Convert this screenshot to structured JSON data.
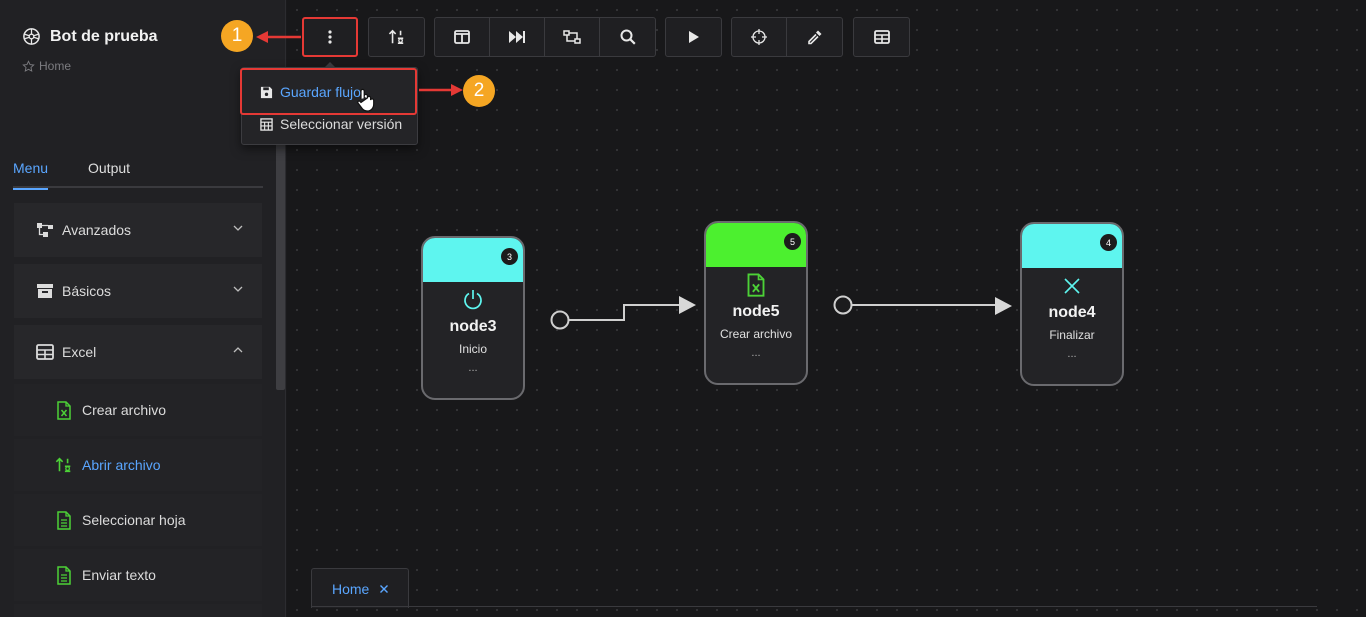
{
  "sidebar": {
    "title": "Bot de prueba",
    "breadcrumb": "Home",
    "tabs": [
      {
        "label": "Menu",
        "active": true
      },
      {
        "label": "Output",
        "active": false
      }
    ],
    "groups": [
      {
        "label": "Avanzados",
        "icon": "flow-icon",
        "expanded": false
      },
      {
        "label": "Básicos",
        "icon": "archive-icon",
        "expanded": false
      },
      {
        "label": "Excel",
        "icon": "table-icon",
        "expanded": true
      }
    ],
    "items": [
      {
        "label": "Crear archivo",
        "icon": "excel-file-icon"
      },
      {
        "label": "Abrir archivo",
        "icon": "sort-icon",
        "active": true
      },
      {
        "label": "Seleccionar hoja",
        "icon": "document-icon"
      },
      {
        "label": "Enviar texto",
        "icon": "document-icon"
      }
    ]
  },
  "menu": {
    "save": "Guardar flujo",
    "select_version": "Seleccionar versión"
  },
  "callouts": [
    "1",
    "2"
  ],
  "nodes": [
    {
      "id": "node3",
      "subtitle": "Inicio",
      "badge": "3",
      "dots": "...",
      "color": "#5ef5ef",
      "icon": "power-icon"
    },
    {
      "id": "node5",
      "subtitle": "Crear archivo",
      "badge": "5",
      "dots": "...",
      "color": "#4cf02f",
      "icon": "excel-file-icon"
    },
    {
      "id": "node4",
      "subtitle": "Finalizar",
      "badge": "4",
      "dots": "...",
      "color": "#5ef5ef",
      "icon": "close-icon"
    }
  ],
  "bottom_tab": {
    "label": "Home"
  },
  "colors": {
    "accent": "#5aa6ff",
    "highlight": "#e53935",
    "callout": "#f5a623",
    "excel": "#4cd137"
  }
}
